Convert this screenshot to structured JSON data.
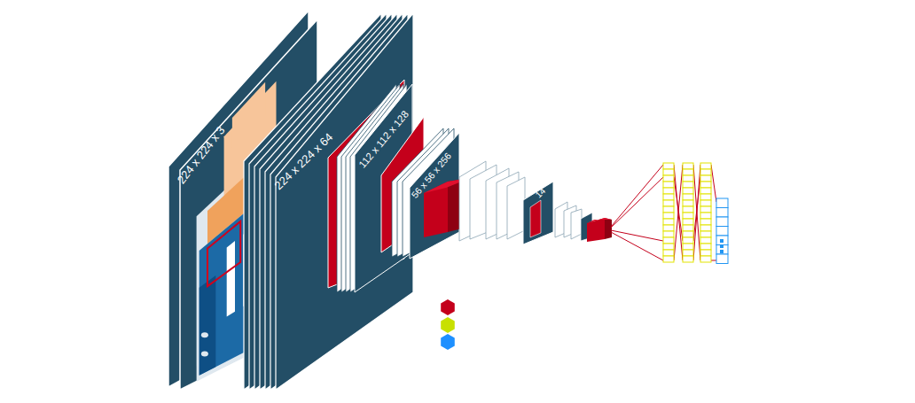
{
  "diagram": {
    "labels": [
      "224 x 224 x 3",
      "224 x 224 x 64",
      "112 x 112 x 128",
      "56 x 56 x 256",
      "14"
    ]
  }
}
